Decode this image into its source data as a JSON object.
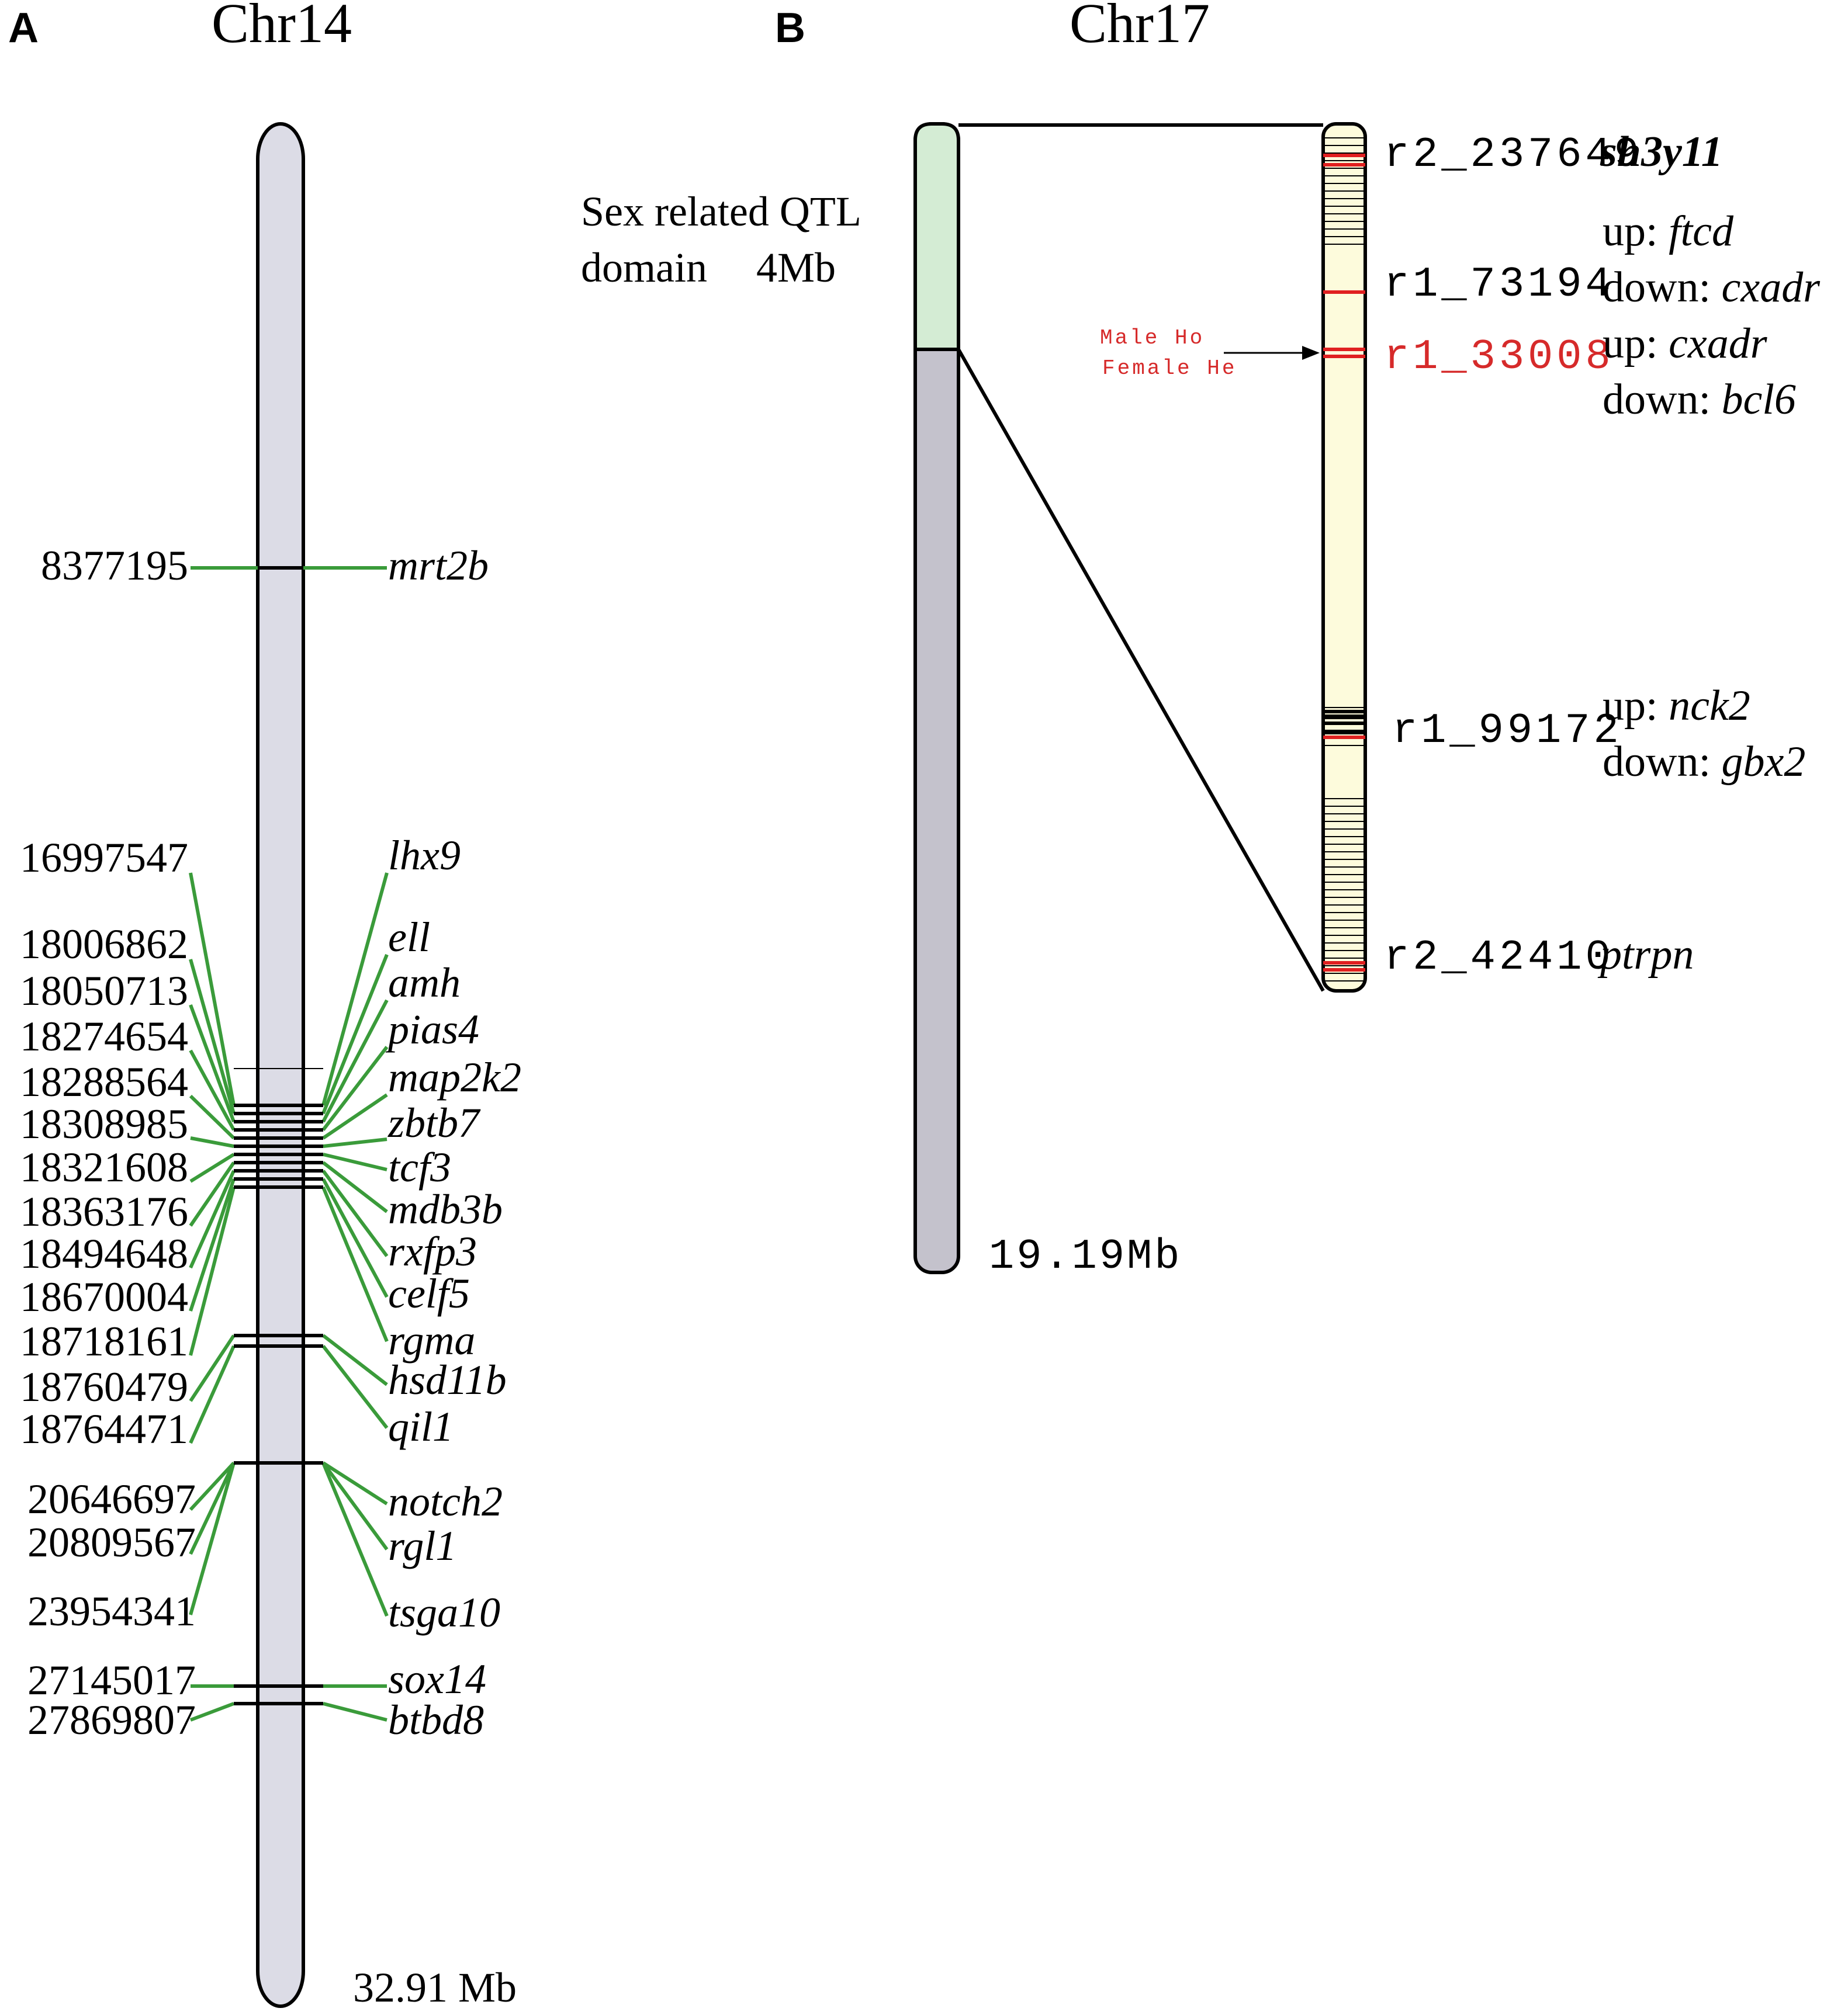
{
  "panel_a": {
    "letter": "A",
    "title": "Chr14",
    "size_label": "32.91 Mb",
    "colors": {
      "chromosome_fill": "#dcdce6",
      "link_line": "#3a9b3a",
      "band": "#000000"
    },
    "loci": [
      {
        "position": "8377195",
        "gene": "mrt2b"
      },
      {
        "position": "16997547",
        "gene": "lhx9"
      },
      {
        "position": "18006862",
        "gene": "ell"
      },
      {
        "position": "18050713",
        "gene": "amh"
      },
      {
        "position": "18274654",
        "gene": "pias4"
      },
      {
        "position": "18288564",
        "gene": "map2k2"
      },
      {
        "position": "18308985",
        "gene": "zbtb7"
      },
      {
        "position": "18321608",
        "gene": "tcf3"
      },
      {
        "position": "18363176",
        "gene": "mdb3b"
      },
      {
        "position": "18494648",
        "gene": "rxfp3"
      },
      {
        "position": "18670004",
        "gene": "celf5"
      },
      {
        "position": "18718161",
        "gene": "rgma"
      },
      {
        "position": "18760479",
        "gene": "hsd11b"
      },
      {
        "position": "18764471",
        "gene": "qil1"
      },
      {
        "position": "20646697",
        "gene": "notch2"
      },
      {
        "position": "20809567",
        "gene": "rgl1"
      },
      {
        "position": "23954341",
        "gene": "tsga10"
      },
      {
        "position": "27145017",
        "gene": "sox14"
      },
      {
        "position": "27869807",
        "gene": "btbd8"
      }
    ]
  },
  "panel_b": {
    "letter": "B",
    "title": "Chr17",
    "size_label": "19.19Mb",
    "qtl_label_line1": "Sex related QTL",
    "qtl_label_line2": "domain",
    "qtl_label_size": "4Mb",
    "colors": {
      "chromosome_fill": "#c4c2cc",
      "qtl_fill": "#d4ecd4",
      "zoom_fill": "#fdfbdc",
      "highlight": "#e02020",
      "marker_red": "#d62a2a"
    },
    "genotype_note_line1": "Male   Ho",
    "genotype_note_line2": "Female  He",
    "markers": [
      {
        "name": "r2_237649",
        "highlight": false,
        "annotation_gene": "sh3y11"
      },
      {
        "name": "r1_73194",
        "highlight": false,
        "up_label": "up: ",
        "up_gene": "ftcd",
        "down_label": "down: ",
        "down_gene": "cxadr"
      },
      {
        "name": "r1_33008",
        "highlight": true,
        "up_label": "up: ",
        "up_gene": "cxadr",
        "down_label": "down: ",
        "down_gene": "bcl6"
      },
      {
        "name": "r1_99172",
        "highlight": false,
        "up_label": "up: ",
        "up_gene": "nck2",
        "down_label": "down: ",
        "down_gene": "gbx2"
      },
      {
        "name": "r2_42410",
        "highlight": false,
        "annotation_gene": "ptrpn"
      }
    ]
  }
}
